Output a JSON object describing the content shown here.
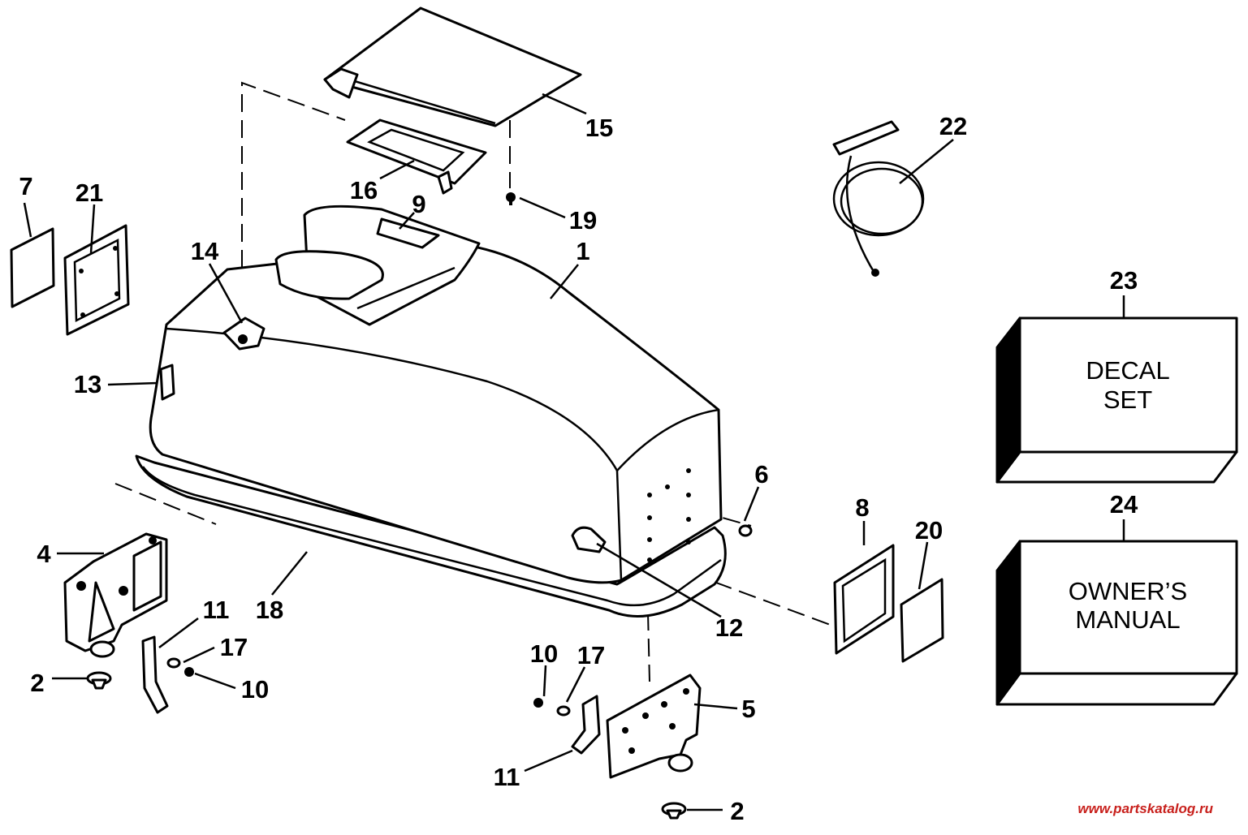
{
  "diagram": {
    "callouts": {
      "c1": "1",
      "c2a": "2",
      "c2b": "2",
      "c4": "4",
      "c5": "5",
      "c6": "6",
      "c7": "7",
      "c8": "8",
      "c9": "9",
      "c10a": "10",
      "c10b": "10",
      "c11a": "11",
      "c11b": "11",
      "c12": "12",
      "c13": "13",
      "c14": "14",
      "c15": "15",
      "c16": "16",
      "c17a": "17",
      "c17b": "17",
      "c18": "18",
      "c19": "19",
      "c20": "20",
      "c21": "21",
      "c22": "22",
      "c23": "23",
      "c24": "24"
    },
    "decal_box": {
      "line1": "DECAL",
      "line2": "SET"
    },
    "manual_box": {
      "line1": "OWNER’S",
      "line2": "MANUAL"
    }
  },
  "watermark": "www.partskatalog.ru",
  "colors": {
    "line": "#000000",
    "background": "#ffffff",
    "watermark": "#c8201c"
  }
}
